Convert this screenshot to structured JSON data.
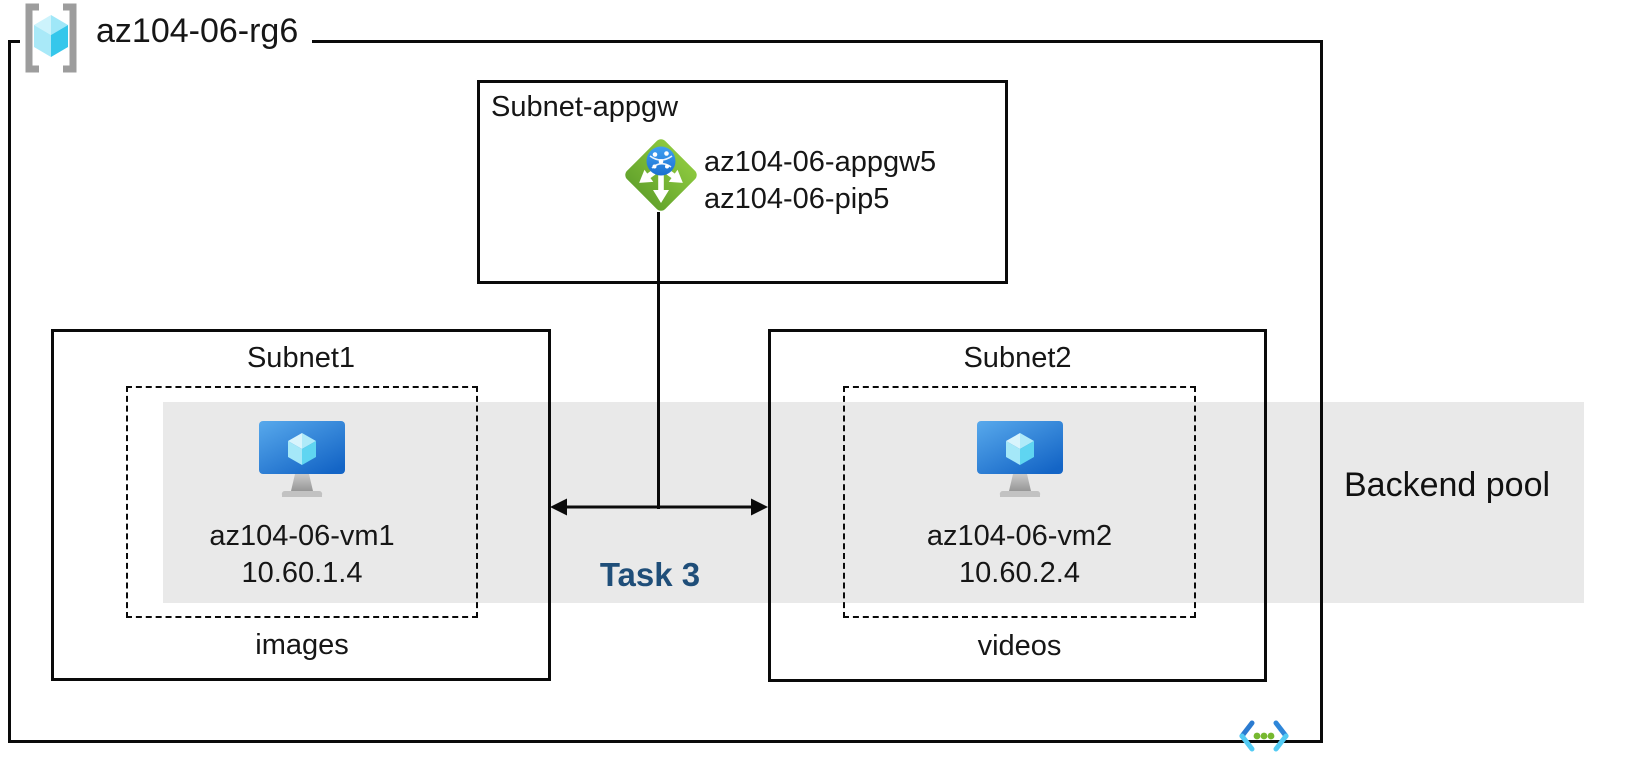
{
  "resource_group": {
    "name": "az104-06-rg6"
  },
  "appgw_subnet": {
    "label": "Subnet-appgw",
    "app_gateway_name": "az104-06-appgw5",
    "public_ip_name": "az104-06-pip5"
  },
  "subnet1": {
    "label": "Subnet1",
    "vm_name": "az104-06-vm1",
    "vm_ip": "10.60.1.4",
    "caption": "images"
  },
  "subnet2": {
    "label": "Subnet2",
    "vm_name": "az104-06-vm2",
    "vm_ip": "10.60.2.4",
    "caption": "videos"
  },
  "annotations": {
    "task_label": "Task 3",
    "backend_pool_label": "Backend pool"
  },
  "colors": {
    "task_label": "#1F4E79",
    "backend_band": "#E9E9E9",
    "line_black": "#0A0A0A",
    "gateway_green": "#74B22E",
    "globe_blue": "#2E8DEB",
    "vm_screen_blue": "#2E86D9",
    "cube_cyan": "#50E6FF",
    "bracket_gray": "#9D9D9D",
    "dot_green": "#76B82F",
    "chevron_dark_blue": "#2B7BD0",
    "chevron_light_blue": "#53CBF4"
  }
}
